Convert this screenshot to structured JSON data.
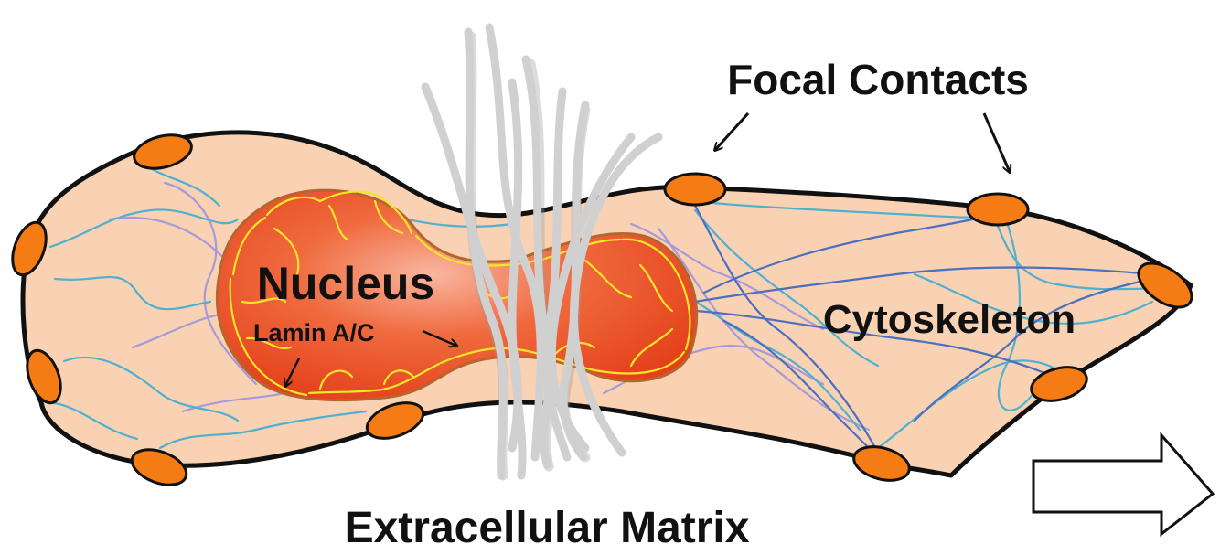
{
  "labels": {
    "nucleus": "Nucleus",
    "lamin": "Lamin A/C",
    "focal_contacts": "Focal Contacts",
    "cytoskeleton": "Cytoskeleton",
    "extracellular_matrix": "Extracellular Matrix"
  },
  "colors": {
    "cell_fill": "#f8d2b3",
    "cell_outline": "#111111",
    "nucleus_fill": "#e8431c",
    "nucleus_outline": "#b6652f",
    "lamin": "#f4e52a",
    "focal_contact": "#f57b14",
    "cytoskeleton_light": "#4fb0cf",
    "cytoskeleton_dark": "#4d6fbf",
    "cytoskeleton_violet": "#a79ad8",
    "matrix_fiber": "#d0d0d0"
  },
  "icons": [
    "direction-arrow-icon",
    "pointer-arrow-icon"
  ]
}
